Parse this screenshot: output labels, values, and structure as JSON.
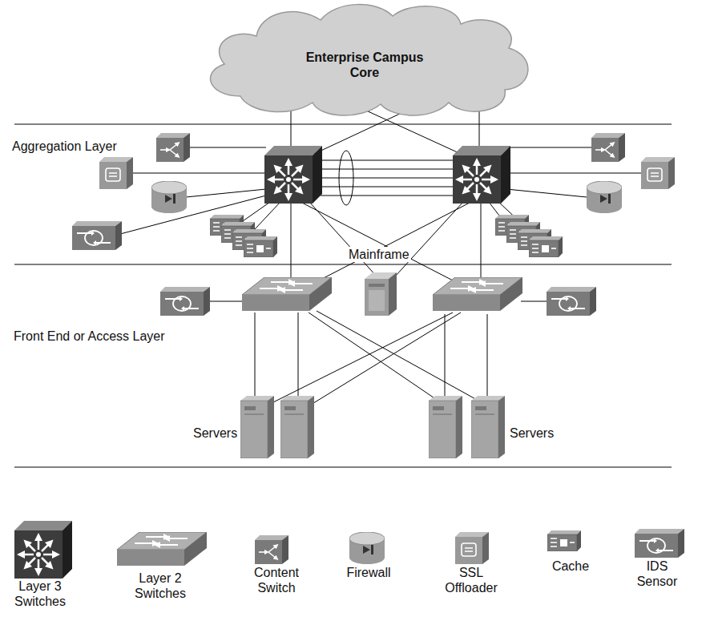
{
  "diagram": {
    "nodes": [
      {
        "text": [
          "Enterprise Campus Core"
        ]
      },
      {
        "text": [
          "Mainframe"
        ]
      }
    ],
    "labels": [
      "Aggregation Layer",
      "Front End or Access Layer",
      "Servers",
      "Servers"
    ],
    "legend": [
      {
        "text": "Layer 3 Switches"
      },
      {
        "text": "Layer 2 Switches"
      },
      {
        "text": "Content Switch"
      },
      {
        "text": "Firewall"
      },
      {
        "text": "SSL Offloader"
      },
      {
        "text": "Cache"
      },
      {
        "text": "IDS Sensor"
      }
    ]
  }
}
